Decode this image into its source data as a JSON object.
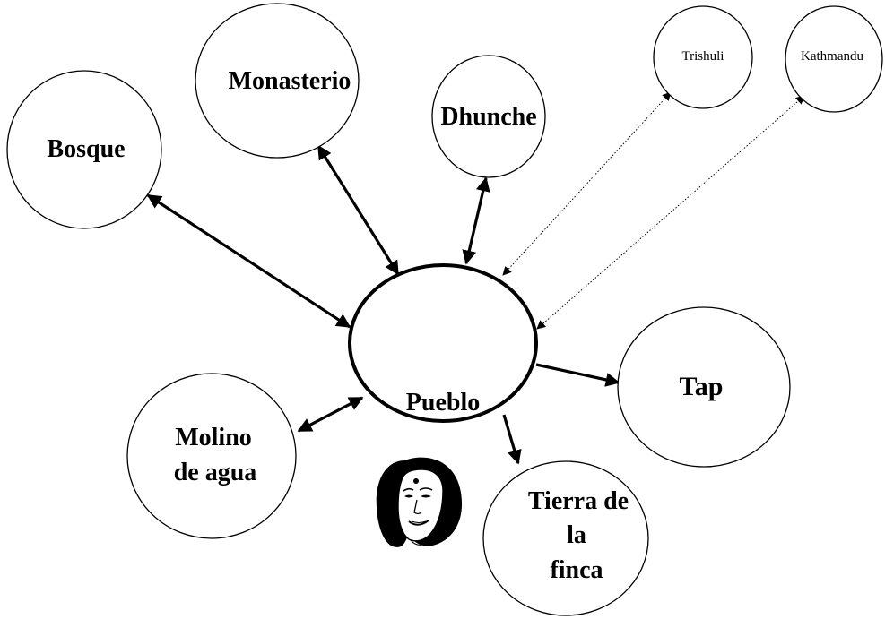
{
  "nodes": {
    "monasterio": "Monasterio",
    "bosque": "Bosque",
    "dhunche": "Dhunche",
    "trishuli": "Trishuli",
    "kathmandu": "Kathmandu",
    "pueblo": "Pueblo",
    "tap": "Tap",
    "molino_line1": "Molino",
    "molino_line2": "de agua",
    "tierra_line1": "Tierra de",
    "tierra_line2": "la",
    "tierra_line3": "finca"
  },
  "connections": [
    {
      "from": "Pueblo",
      "to": "Bosque",
      "style": "solid",
      "direction": "both"
    },
    {
      "from": "Pueblo",
      "to": "Monasterio",
      "style": "solid",
      "direction": "both"
    },
    {
      "from": "Pueblo",
      "to": "Dhunche",
      "style": "solid",
      "direction": "both"
    },
    {
      "from": "Pueblo",
      "to": "Trishuli",
      "style": "dotted",
      "direction": "both"
    },
    {
      "from": "Pueblo",
      "to": "Kathmandu",
      "style": "dotted",
      "direction": "both"
    },
    {
      "from": "Pueblo",
      "to": "Tap",
      "style": "solid",
      "direction": "to"
    },
    {
      "from": "Pueblo",
      "to": "Molino de agua",
      "style": "solid",
      "direction": "both"
    },
    {
      "from": "Pueblo",
      "to": "Tierra de la finca",
      "style": "solid",
      "direction": "to"
    }
  ],
  "illustration": "woman-face-icon"
}
